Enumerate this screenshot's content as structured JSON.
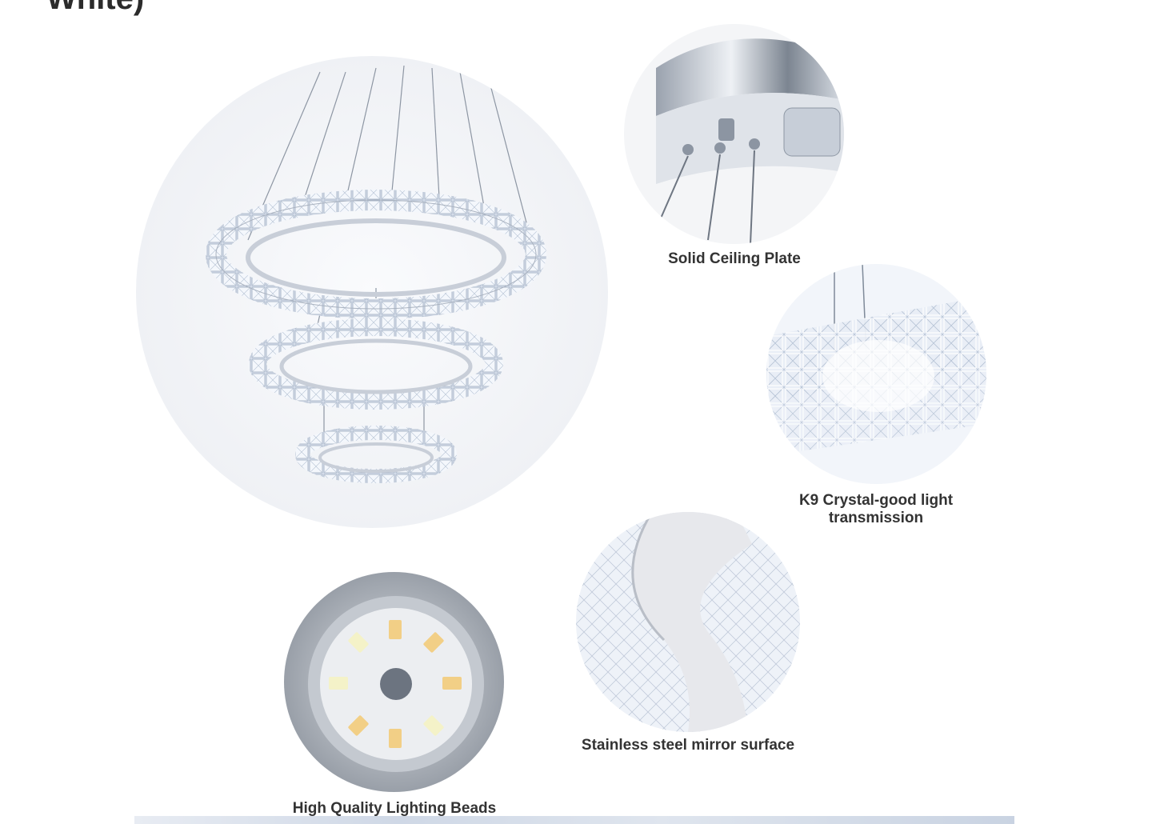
{
  "header": {
    "title_fragment": "White)"
  },
  "features": [
    {
      "caption": "Solid Ceiling Plate"
    },
    {
      "caption_line1": "K9 Crystal-good light",
      "caption_line2": "transmission"
    },
    {
      "caption": "Stainless steel mirror surface"
    },
    {
      "caption": "High Quality Lighting Beads"
    }
  ]
}
